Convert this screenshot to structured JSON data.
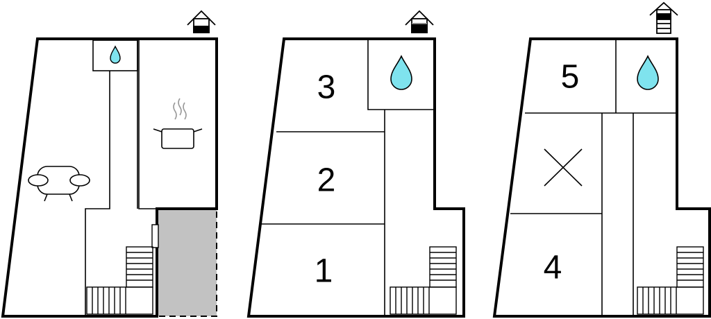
{
  "floors": [
    {
      "id": "ground",
      "level_indicator": "house-level-1-icon",
      "rooms": []
    },
    {
      "id": "first",
      "level_indicator": "house-level-2-icon",
      "rooms": [
        {
          "label": "3"
        },
        {
          "label": "2"
        },
        {
          "label": "1"
        }
      ]
    },
    {
      "id": "second",
      "level_indicator": "house-level-3-icon",
      "rooms": [
        {
          "label": "5"
        },
        {
          "label": "4"
        }
      ]
    }
  ],
  "colors": {
    "water": "#7fe3ee",
    "terrace": "#c2c2c2",
    "wall": "#000000"
  },
  "icons": [
    "water-drop-icon",
    "cooking-pot-icon",
    "sofa-icon",
    "bath-cross-icon",
    "staircase-icon",
    "door-icon",
    "house-level-icon"
  ]
}
